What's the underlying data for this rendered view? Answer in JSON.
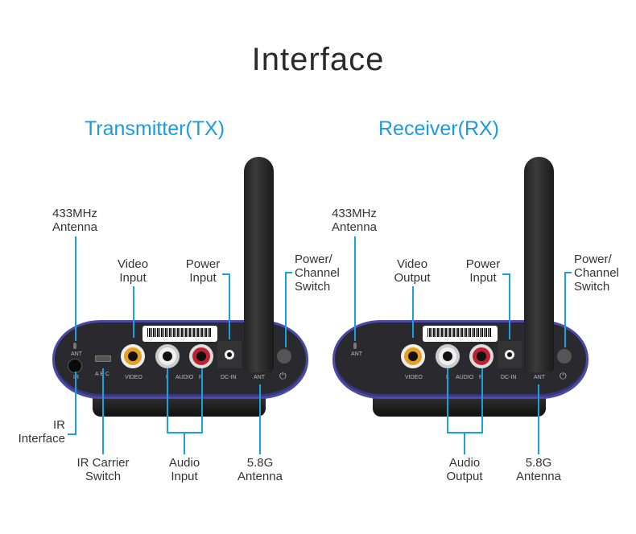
{
  "title": "Interface",
  "transmitter": {
    "heading": "Transmitter(TX)",
    "labels": {
      "antenna_433": "433MHz\nAntenna",
      "video": "Video\nInput",
      "power": "Power\nInput",
      "switch": "Power/\nChannel\nSwitch",
      "ir": "IR\nInterface",
      "ir_carrier": "IR Carrier\nSwitch",
      "audio": "Audio\nInput",
      "antenna_58": "5.8G\nAntenna"
    }
  },
  "receiver": {
    "heading": "Receiver(RX)",
    "labels": {
      "antenna_433": "433MHz\nAntenna",
      "video": "Video\nOutput",
      "power": "Power\nInput",
      "switch": "Power/\nChannel\nSwitch",
      "audio": "Audio\nOutput",
      "antenna_58": "5.8G\nAntenna"
    }
  },
  "device_panel": {
    "ant": "ANT",
    "ir": "IR",
    "abc": "A B C",
    "video": "VIDEO",
    "l": "L",
    "audio": "AUDIO",
    "r": "R",
    "dcin": "DC-IN",
    "ant2": "ANT",
    "power_symbol": "⏻"
  },
  "colors": {
    "accent": "#1aa0e0",
    "video_jack": "#e8a020",
    "audio_r": "#c02030",
    "audio_l": "#f0f0f0",
    "chassis_trim": "#4a4aa8"
  }
}
